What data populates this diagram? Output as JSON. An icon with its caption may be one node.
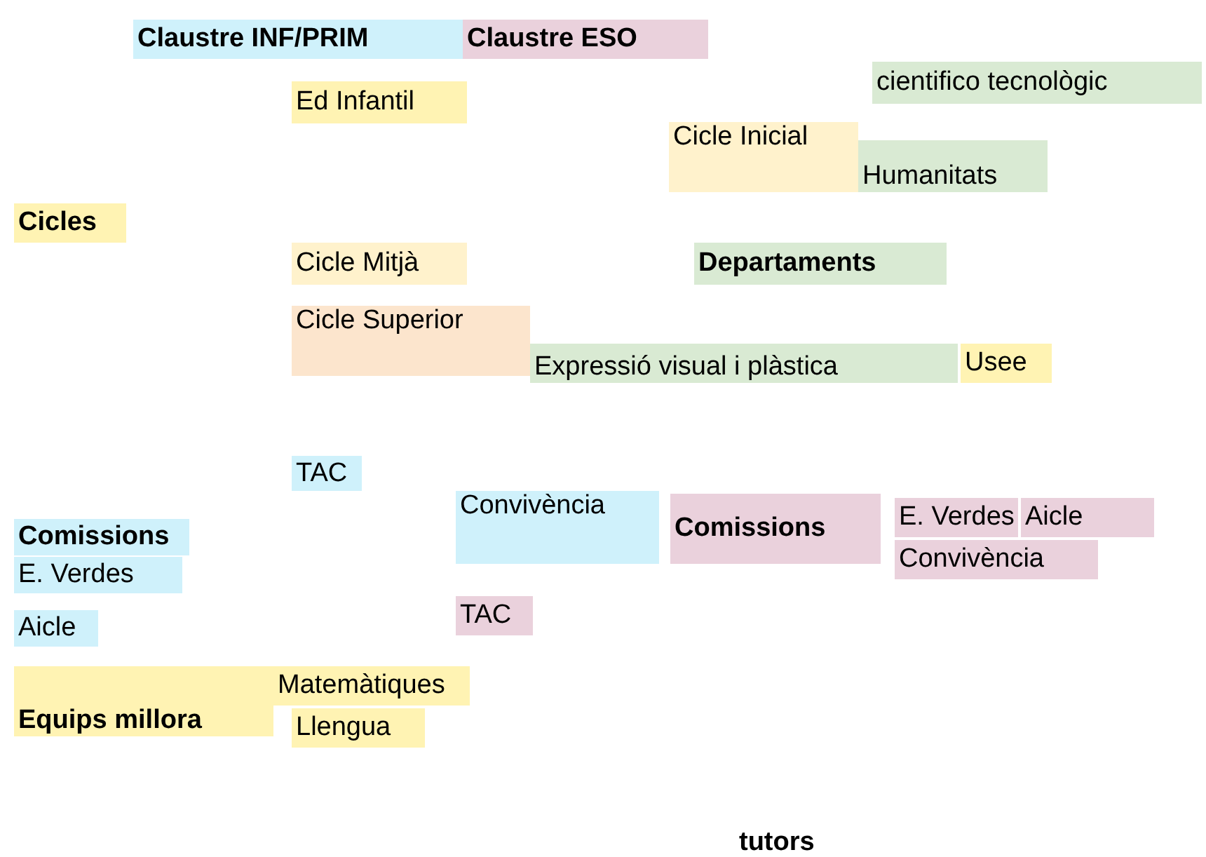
{
  "diagram": {
    "nodes": [
      {
        "text": [
          "Claustre INF/PRIM"
        ]
      },
      {
        "text": [
          "Claustre ESO"
        ]
      },
      {
        "text": [
          "cientifico tecnològic"
        ]
      },
      {
        "text": [
          "Ed Infantil"
        ]
      },
      {
        "text": [
          "Cicle Inicial"
        ]
      },
      {
        "text": [
          "Humanitats"
        ]
      },
      {
        "text": [
          "Cicles"
        ]
      },
      {
        "text": [
          "Cicle Mitjà"
        ]
      },
      {
        "text": [
          "Departaments"
        ]
      },
      {
        "text": [
          "Cicle Superior"
        ]
      },
      {
        "text": [
          "Expressió visual i plàstica"
        ]
      },
      {
        "text": [
          "Usee"
        ]
      },
      {
        "text": [
          "TAC"
        ]
      },
      {
        "text": [
          "Convivència"
        ]
      },
      {
        "text": [
          "Comissions"
        ]
      },
      {
        "text": [
          "E. Verdes"
        ]
      },
      {
        "text": [
          "Aicle"
        ]
      },
      {
        "text": [
          "Comissions"
        ]
      },
      {
        "text": [
          "Convivència"
        ]
      },
      {
        "text": [
          "E. Verdes"
        ]
      },
      {
        "text": [
          "TAC"
        ]
      },
      {
        "text": [
          "Aicle"
        ]
      },
      {
        "text": [
          "Equips millora"
        ]
      },
      {
        "text": [
          "Matemàtiques"
        ]
      },
      {
        "text": [
          "Llengua"
        ]
      }
    ],
    "labels": [
      "tutors"
    ]
  }
}
